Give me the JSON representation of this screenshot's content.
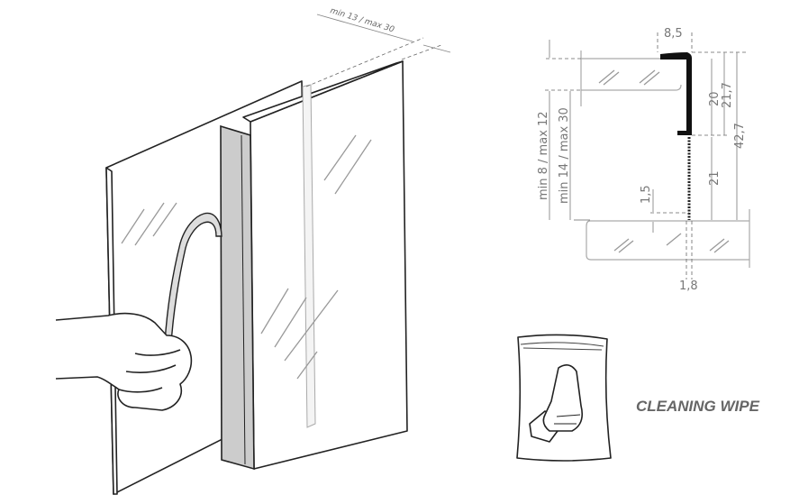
{
  "illustration": {
    "gap_dimension": "min 13 / max 30"
  },
  "cross_section": {
    "width_top": "8,5",
    "height_20": "20",
    "height_21_7": "21,7",
    "height_42_7": "42,7",
    "height_21": "21",
    "offset_1_5": "1,5",
    "width_bottom": "1,8",
    "glass_range_outer": "min 8 / max 12",
    "glass_range_inner": "min 14 / max 30"
  },
  "wipe": {
    "label": "CLEANING WIPE"
  }
}
